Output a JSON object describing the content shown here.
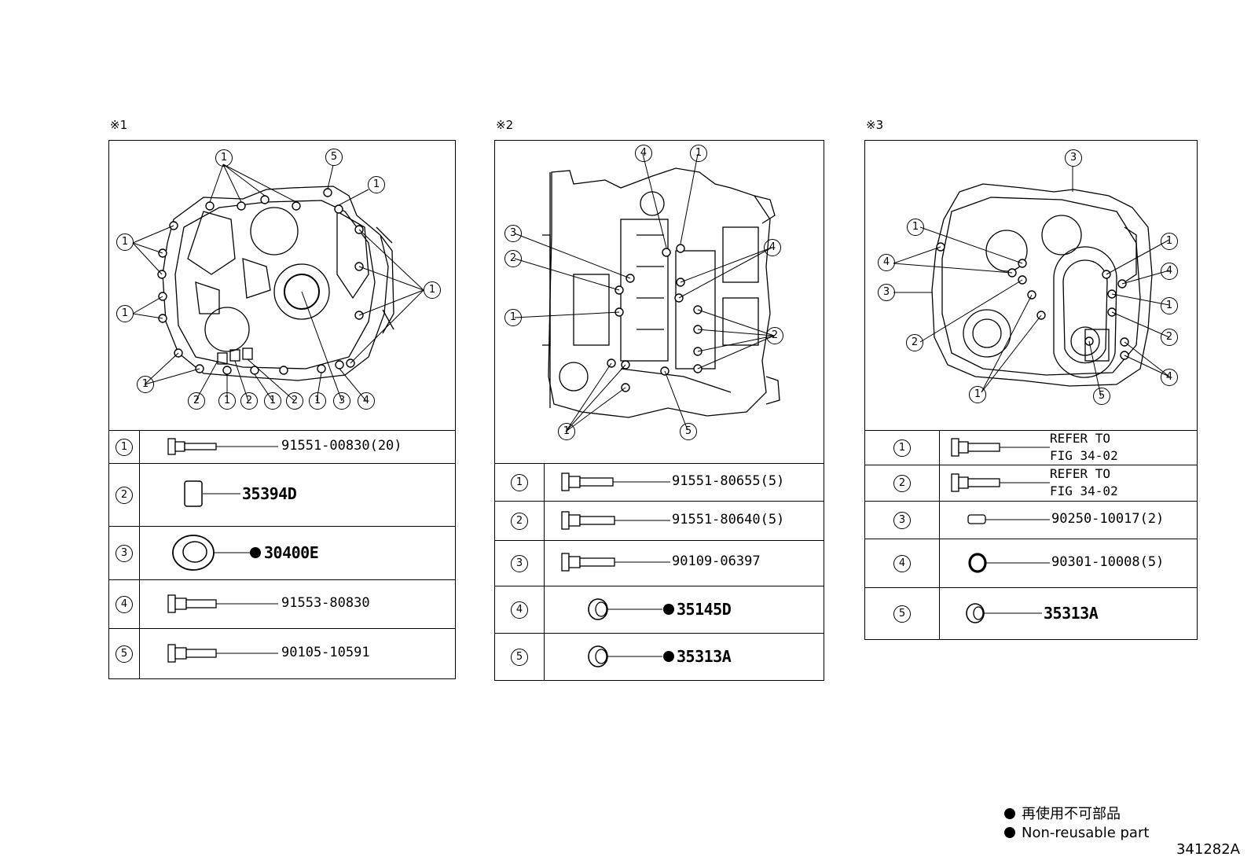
{
  "panels": [
    {
      "label": "※1",
      "callouts": [
        "1",
        "1",
        "1",
        "1",
        "5",
        "1",
        "1",
        "2",
        "1",
        "2",
        "1",
        "2",
        "1",
        "3",
        "4"
      ],
      "parts": [
        {
          "num": "1",
          "part_no": "91551-00830(20)"
        },
        {
          "num": "2",
          "part_no": "35394D"
        },
        {
          "num": "3",
          "part_no": "30400E"
        },
        {
          "num": "4",
          "part_no": "91553-80830"
        },
        {
          "num": "5",
          "part_no": "90105-10591"
        }
      ]
    },
    {
      "label": "※2",
      "callouts": [
        "4",
        "1",
        "3",
        "2",
        "1",
        "4",
        "2",
        "1",
        "5"
      ],
      "parts": [
        {
          "num": "1",
          "part_no": "91551-80655(5)"
        },
        {
          "num": "2",
          "part_no": "91551-80640(5)"
        },
        {
          "num": "3",
          "part_no": "90109-06397"
        },
        {
          "num": "4",
          "part_no": "35145D"
        },
        {
          "num": "5",
          "part_no": "35313A"
        }
      ]
    },
    {
      "label": "※3",
      "callouts": [
        "3",
        "1",
        "4",
        "3",
        "2",
        "1",
        "1",
        "4",
        "1",
        "2",
        "4",
        "5"
      ],
      "parts": [
        {
          "num": "1",
          "ref_line1": "REFER TO",
          "ref_line2": "FIG 34-02"
        },
        {
          "num": "2",
          "ref_line1": "REFER TO",
          "ref_line2": "FIG 34-02"
        },
        {
          "num": "3",
          "part_no": "90250-10017(2)"
        },
        {
          "num": "4",
          "part_no": "90301-10008(5)"
        },
        {
          "num": "5",
          "part_no": "35313A"
        }
      ]
    }
  ],
  "legend": {
    "japanese": "再使用不可部品",
    "english": "Non-reusable part"
  },
  "figure_number": "341282A"
}
